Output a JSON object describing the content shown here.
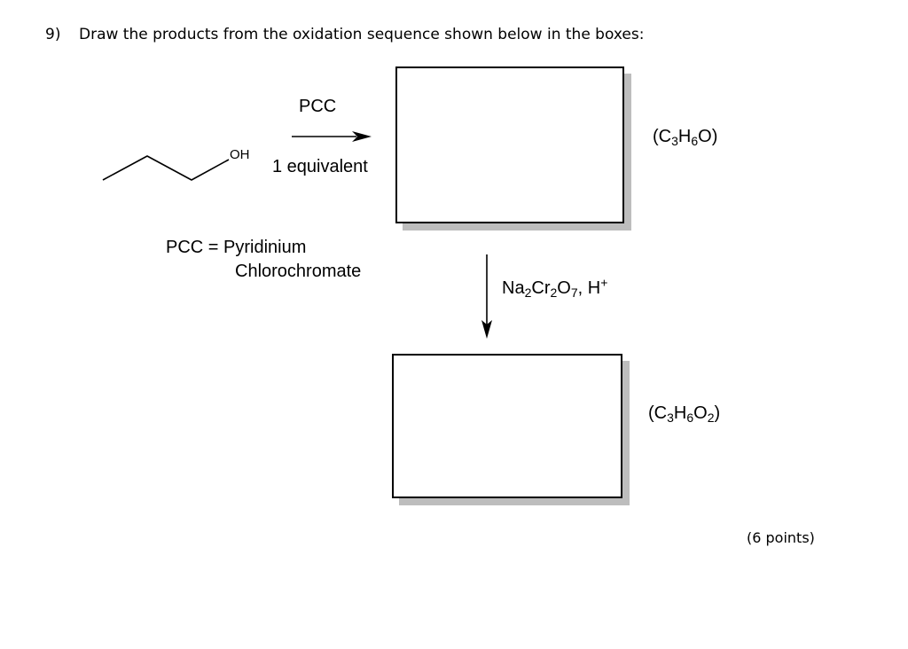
{
  "question": {
    "number": "9)",
    "text": "Draw the products from the oxidation sequence shown below in the boxes:"
  },
  "reaction1": {
    "reagent_above": "PCC",
    "reagent_below": "1 equivalent",
    "substituent": "OH"
  },
  "definition": {
    "line1": "PCC = Pyridinium",
    "line2": "Chlorochromate"
  },
  "reaction2": {
    "reagent_parts": [
      "Na",
      "2",
      "Cr",
      "2",
      "O",
      "7",
      ", H",
      "+"
    ]
  },
  "product1_formula_parts": [
    "(C",
    "3",
    "H",
    "6",
    "O)"
  ],
  "product2_formula_parts": [
    "(C",
    "3",
    "H",
    "6",
    "O",
    "2",
    ")"
  ],
  "points": "(6 points)"
}
